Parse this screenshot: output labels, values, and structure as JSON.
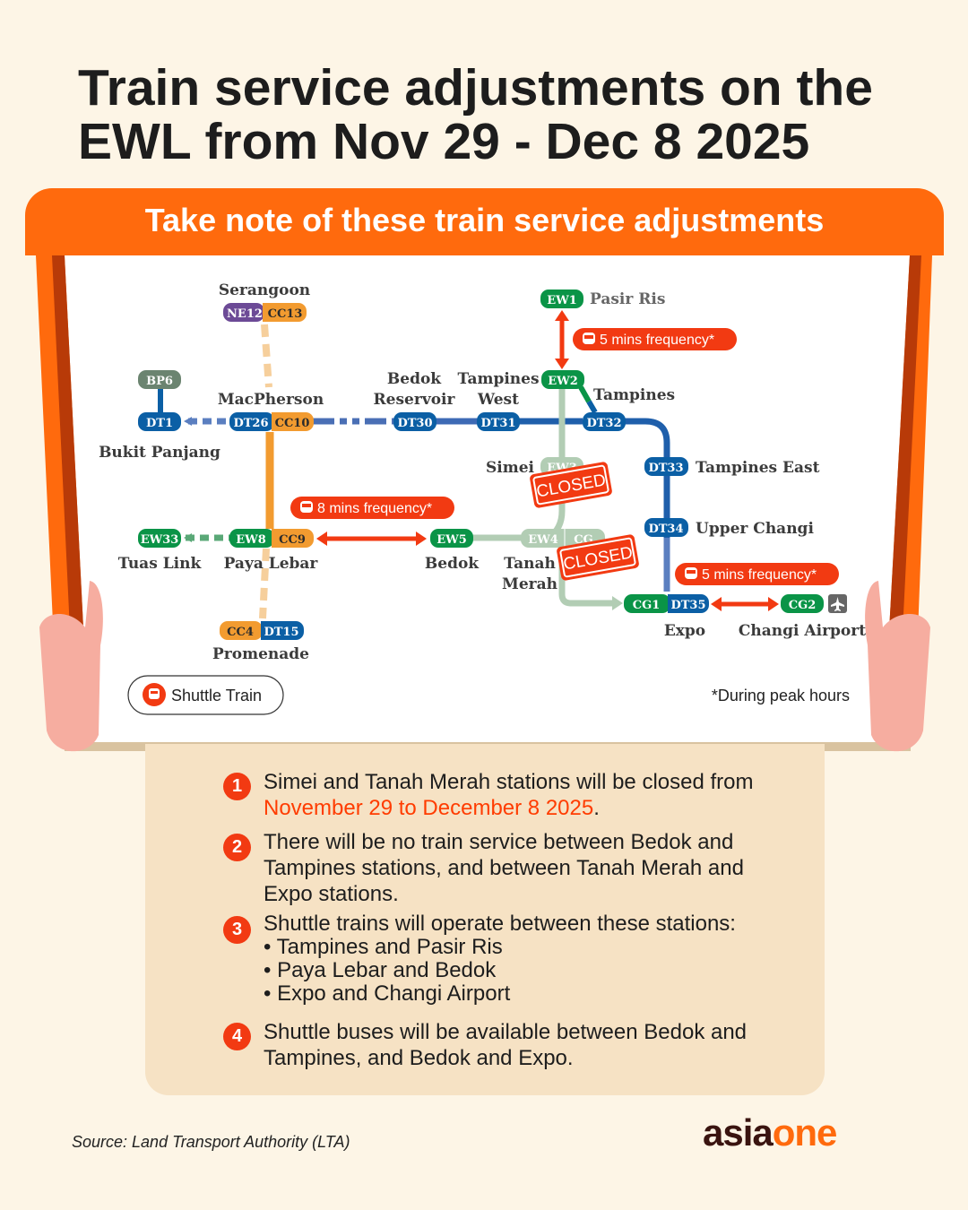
{
  "title": "Train service adjustments on the EWL from Nov 29 - Dec 8 2025",
  "banner": "Take note of these train service adjustments",
  "map": {
    "stations": {
      "serangoon": {
        "name": "Serangoon",
        "codes": [
          "NE12",
          "CC13"
        ]
      },
      "macpherson": {
        "name": "MacPherson",
        "codes": [
          "DT26",
          "CC10"
        ]
      },
      "bukit_panjang": {
        "name": "Bukit Panjang",
        "codes": [
          "DT1"
        ],
        "branch": "BP6"
      },
      "bedok_reservoir": {
        "name1": "Bedok",
        "name2": "Reservoir",
        "codes": [
          "DT30"
        ]
      },
      "tampines_west": {
        "name1": "Tampines",
        "name2": "West",
        "codes": [
          "DT31"
        ]
      },
      "pasir_ris": {
        "name": "Pasir Ris",
        "codes": [
          "EW1"
        ]
      },
      "tampines": {
        "name": "Tampines",
        "codes": [
          "EW2",
          "DT32"
        ]
      },
      "simei": {
        "name": "Simei",
        "codes": [
          "EW3"
        ]
      },
      "tampines_east": {
        "name": "Tampines East",
        "codes": [
          "DT33"
        ]
      },
      "upper_changi": {
        "name": "Upper Changi",
        "codes": [
          "DT34"
        ]
      },
      "tuas_link": {
        "name": "Tuas Link",
        "codes": [
          "EW33"
        ]
      },
      "paya_lebar": {
        "name": "Paya Lebar",
        "codes": [
          "EW8",
          "CC9"
        ]
      },
      "bedok": {
        "name": "Bedok",
        "codes": [
          "EW5"
        ]
      },
      "tanah_merah": {
        "name1": "Tanah",
        "name2": "Merah",
        "codes": [
          "EW4",
          "CG"
        ]
      },
      "expo": {
        "name": "Expo",
        "codes": [
          "CG1",
          "DT35"
        ]
      },
      "changi_airport": {
        "name": "Changi Airport",
        "codes": [
          "CG2"
        ]
      },
      "promenade": {
        "name": "Promenade",
        "codes": [
          "CC4",
          "DT15"
        ]
      }
    },
    "badges": {
      "pasir_ris": "5 mins frequency*",
      "paya_lebar": "8 mins frequency*",
      "expo": "5 mins frequency*"
    },
    "closed": "CLOSED",
    "legend": "Shuttle Train",
    "note": "*During peak hours",
    "colors": {
      "ewl": "#0a9447",
      "dtl": "#0b5fa5",
      "ccl": "#f29b30",
      "nel": "#6c4a96",
      "bpl": "#6b8470",
      "closed": "#b2cdb4",
      "alert": "#f23a12"
    }
  },
  "notes": [
    {
      "n": "1",
      "text": "Simei and Tanah Merah stations will be closed from",
      "highlight": "November 29 to December 8 2025",
      "end": "."
    },
    {
      "n": "2",
      "text": "There will be no train service between Bedok and Tampines stations, and between Tanah Merah and Expo stations."
    },
    {
      "n": "3",
      "text": "Shuttle trains will operate between these stations:",
      "bullets": [
        "• Tampines and Pasir Ris",
        "• Paya Lebar and Bedok",
        "• Expo and Changi Airport"
      ]
    },
    {
      "n": "4",
      "text": "Shuttle buses will be available between Bedok and Tampines, and Bedok and Expo."
    }
  ],
  "source": "Source: Land Transport Authority (LTA)",
  "logo": {
    "a": "asia",
    "b": "one"
  }
}
